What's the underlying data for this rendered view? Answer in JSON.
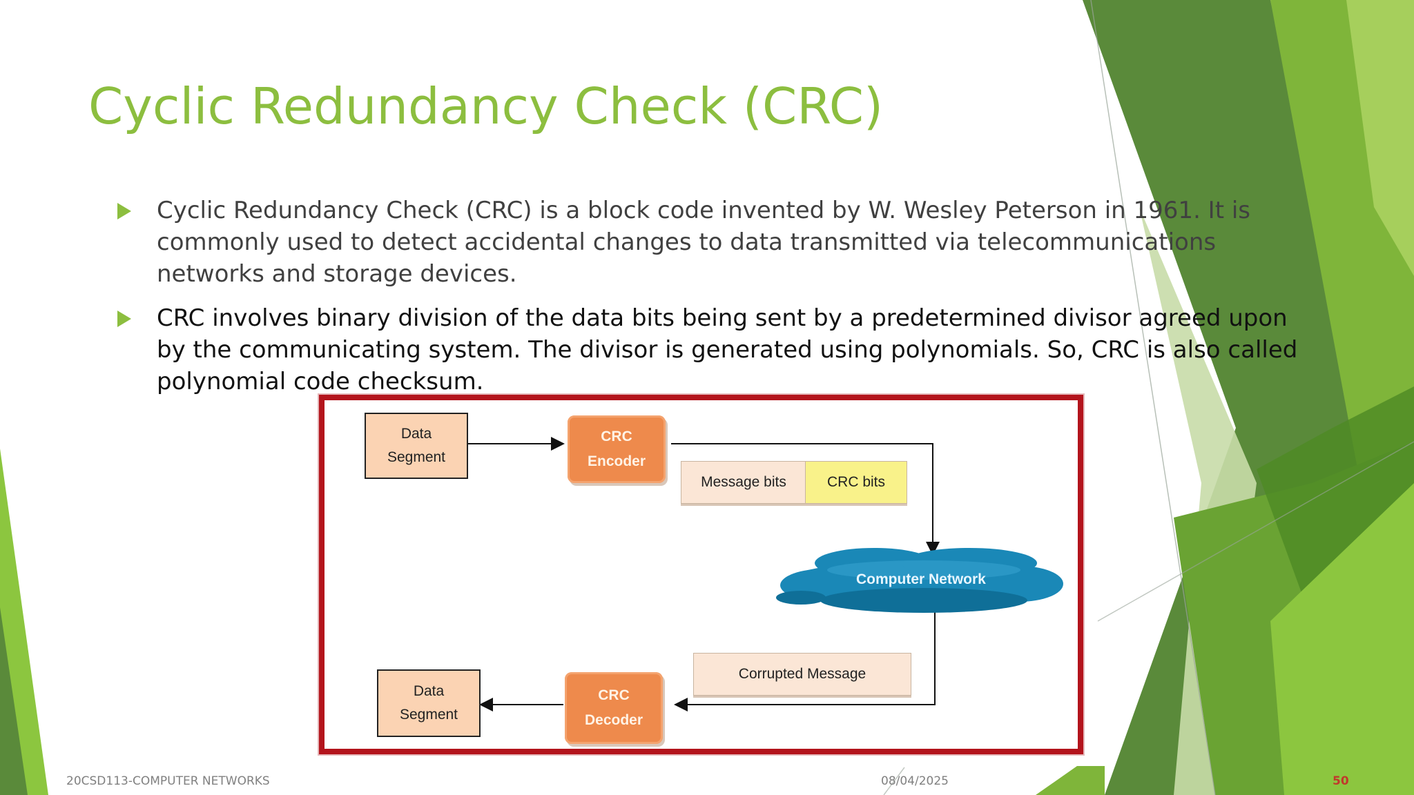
{
  "slide": {
    "title": "Cyclic Redundancy Check (CRC)",
    "bullets": [
      "Cyclic Redundancy Check (CRC) is a block code invented by W. Wesley Peterson in 1961. It is commonly used to detect accidental changes to data transmitted via telecommunications networks and storage devices.",
      "CRC involves binary division of the data bits being sent by a predetermined divisor agreed upon by the communicating system. The divisor is generated using polynomials. So, CRC is also called polynomial code checksum."
    ],
    "colors": {
      "title": "#8cbe3f",
      "bullet_marker": "#8cbe3f",
      "diagram_border": "#b3141c",
      "page_number": "#c0392b"
    }
  },
  "diagram": {
    "sender_box": [
      "Data",
      "Segment"
    ],
    "encoder": [
      "CRC",
      "Encoder"
    ],
    "message_bits": "Message bits",
    "crc_bits": "CRC bits",
    "network": "Computer Network",
    "corrupted": "Corrupted Message",
    "decoder": [
      "CRC",
      "Decoder"
    ],
    "receiver_box": [
      "Data",
      "Segment"
    ]
  },
  "footer": {
    "course": "20CSD113-COMPUTER NETWORKS",
    "date": "08/04/2025",
    "page": "50"
  }
}
